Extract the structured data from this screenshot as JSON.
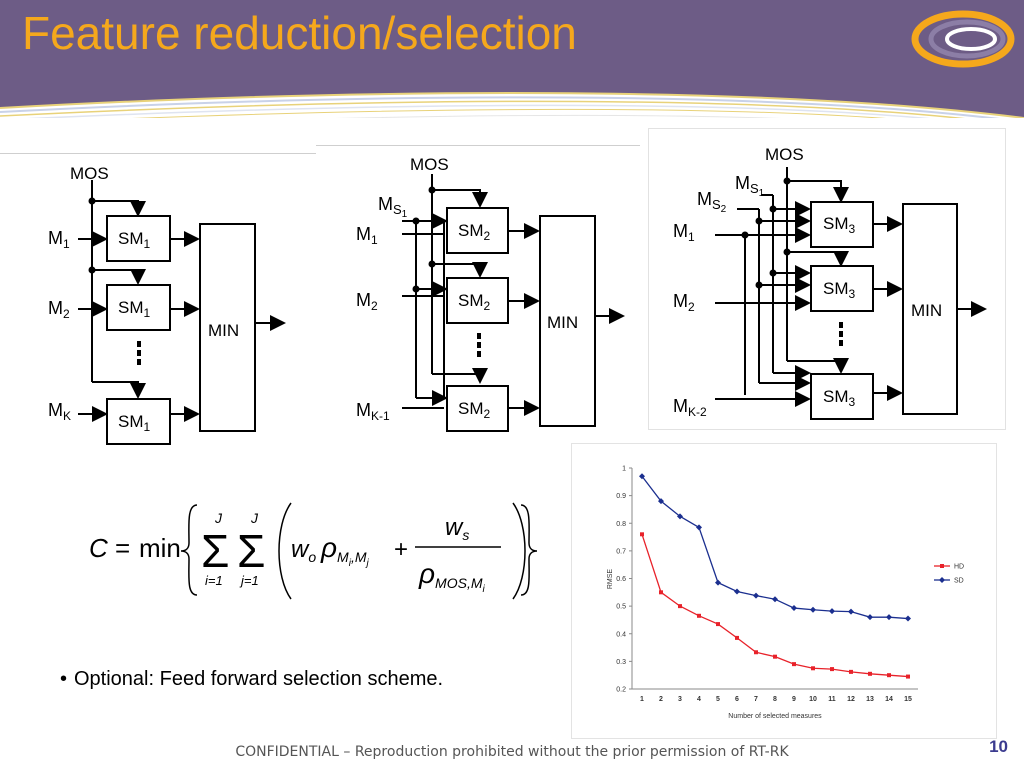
{
  "slide": {
    "title": "Feature reduction/selection",
    "bullet": "Optional: Feed forward selection scheme.",
    "footer": "CONFIDENTIAL – Reproduction prohibited without the prior permission of RT-RK",
    "page_number": "10"
  },
  "colors": {
    "header_bg": "#6d5c86",
    "title": "#f5a81c",
    "hd_series": "#e8222a",
    "sd_series": "#1b2f8f"
  },
  "diagrams": {
    "left": {
      "mos": "MOS",
      "inputs": [
        {
          "main": "M",
          "sub": "1",
          "block_main": "SM",
          "block_sub": "1"
        },
        {
          "main": "M",
          "sub": "2",
          "block_main": "SM",
          "block_sub": "1"
        },
        {
          "main": "M",
          "sub": "K",
          "block_main": "SM",
          "block_sub": "1"
        }
      ],
      "min": "MIN"
    },
    "middle": {
      "mos": "MOS",
      "ms": {
        "main": "M",
        "sub": "S",
        "subsub": "1"
      },
      "inputs": [
        {
          "main": "M",
          "sub": "1",
          "block_main": "SM",
          "block_sub": "2"
        },
        {
          "main": "M",
          "sub": "2",
          "block_main": "SM",
          "block_sub": "2"
        },
        {
          "main": "M",
          "sub": "K-1",
          "block_main": "SM",
          "block_sub": "2"
        }
      ],
      "min": "MIN"
    },
    "right": {
      "mos": "MOS",
      "ms1": {
        "main": "M",
        "sub": "S",
        "subsub": "1"
      },
      "ms2": {
        "main": "M",
        "sub": "S",
        "subsub": "2"
      },
      "inputs": [
        {
          "main": "M",
          "sub": "1",
          "block_main": "SM",
          "block_sub": "3"
        },
        {
          "main": "M",
          "sub": "2",
          "block_main": "SM",
          "block_sub": "3"
        },
        {
          "main": "M",
          "sub": "K-2",
          "block_main": "SM",
          "block_sub": "3"
        }
      ],
      "min": "MIN"
    }
  },
  "formula": {
    "lhs": "C",
    "eq": "=",
    "op": "min",
    "sum1_top": "J",
    "sum1_bottom": "i=1",
    "sum2_top": "J",
    "sum2_bottom": "j=1",
    "weight_o": "w",
    "weight_o_sub": "o",
    "rho": "ρ",
    "rho_sub": "M",
    "rho_sub_i": "i",
    "comma": ",",
    "rho_sub_j": "j",
    "plus": "+",
    "ws": "w",
    "ws_sub": "s",
    "den_rho_sub": "MOS",
    "den_sub_m": "M"
  },
  "chart_data": {
    "type": "line",
    "xlabel": "Number of selected measures",
    "ylabel": "RMSE",
    "x": [
      1,
      2,
      3,
      4,
      5,
      6,
      7,
      8,
      9,
      10,
      11,
      12,
      13,
      14,
      15
    ],
    "ylim": [
      0.2,
      1
    ],
    "yticks": [
      "0.2",
      "0.3",
      "0.4",
      "0.5",
      "0.6",
      "0.7",
      "0.8",
      "0.9",
      "1"
    ],
    "xticks": [
      "1",
      "2",
      "3",
      "4",
      "5",
      "6",
      "7",
      "8",
      "9",
      "10",
      "11",
      "12",
      "13",
      "14",
      "15"
    ],
    "legend_placement": "right",
    "grid": false,
    "series": [
      {
        "name": "HD",
        "values": [
          0.76,
          0.55,
          0.5,
          0.465,
          0.435,
          0.385,
          0.333,
          0.317,
          0.29,
          0.275,
          0.272,
          0.262,
          0.255,
          0.25,
          0.245
        ]
      },
      {
        "name": "SD",
        "values": [
          0.97,
          0.88,
          0.825,
          0.785,
          0.585,
          0.553,
          0.538,
          0.525,
          0.493,
          0.487,
          0.482,
          0.48,
          0.46,
          0.46,
          0.455
        ]
      }
    ]
  }
}
